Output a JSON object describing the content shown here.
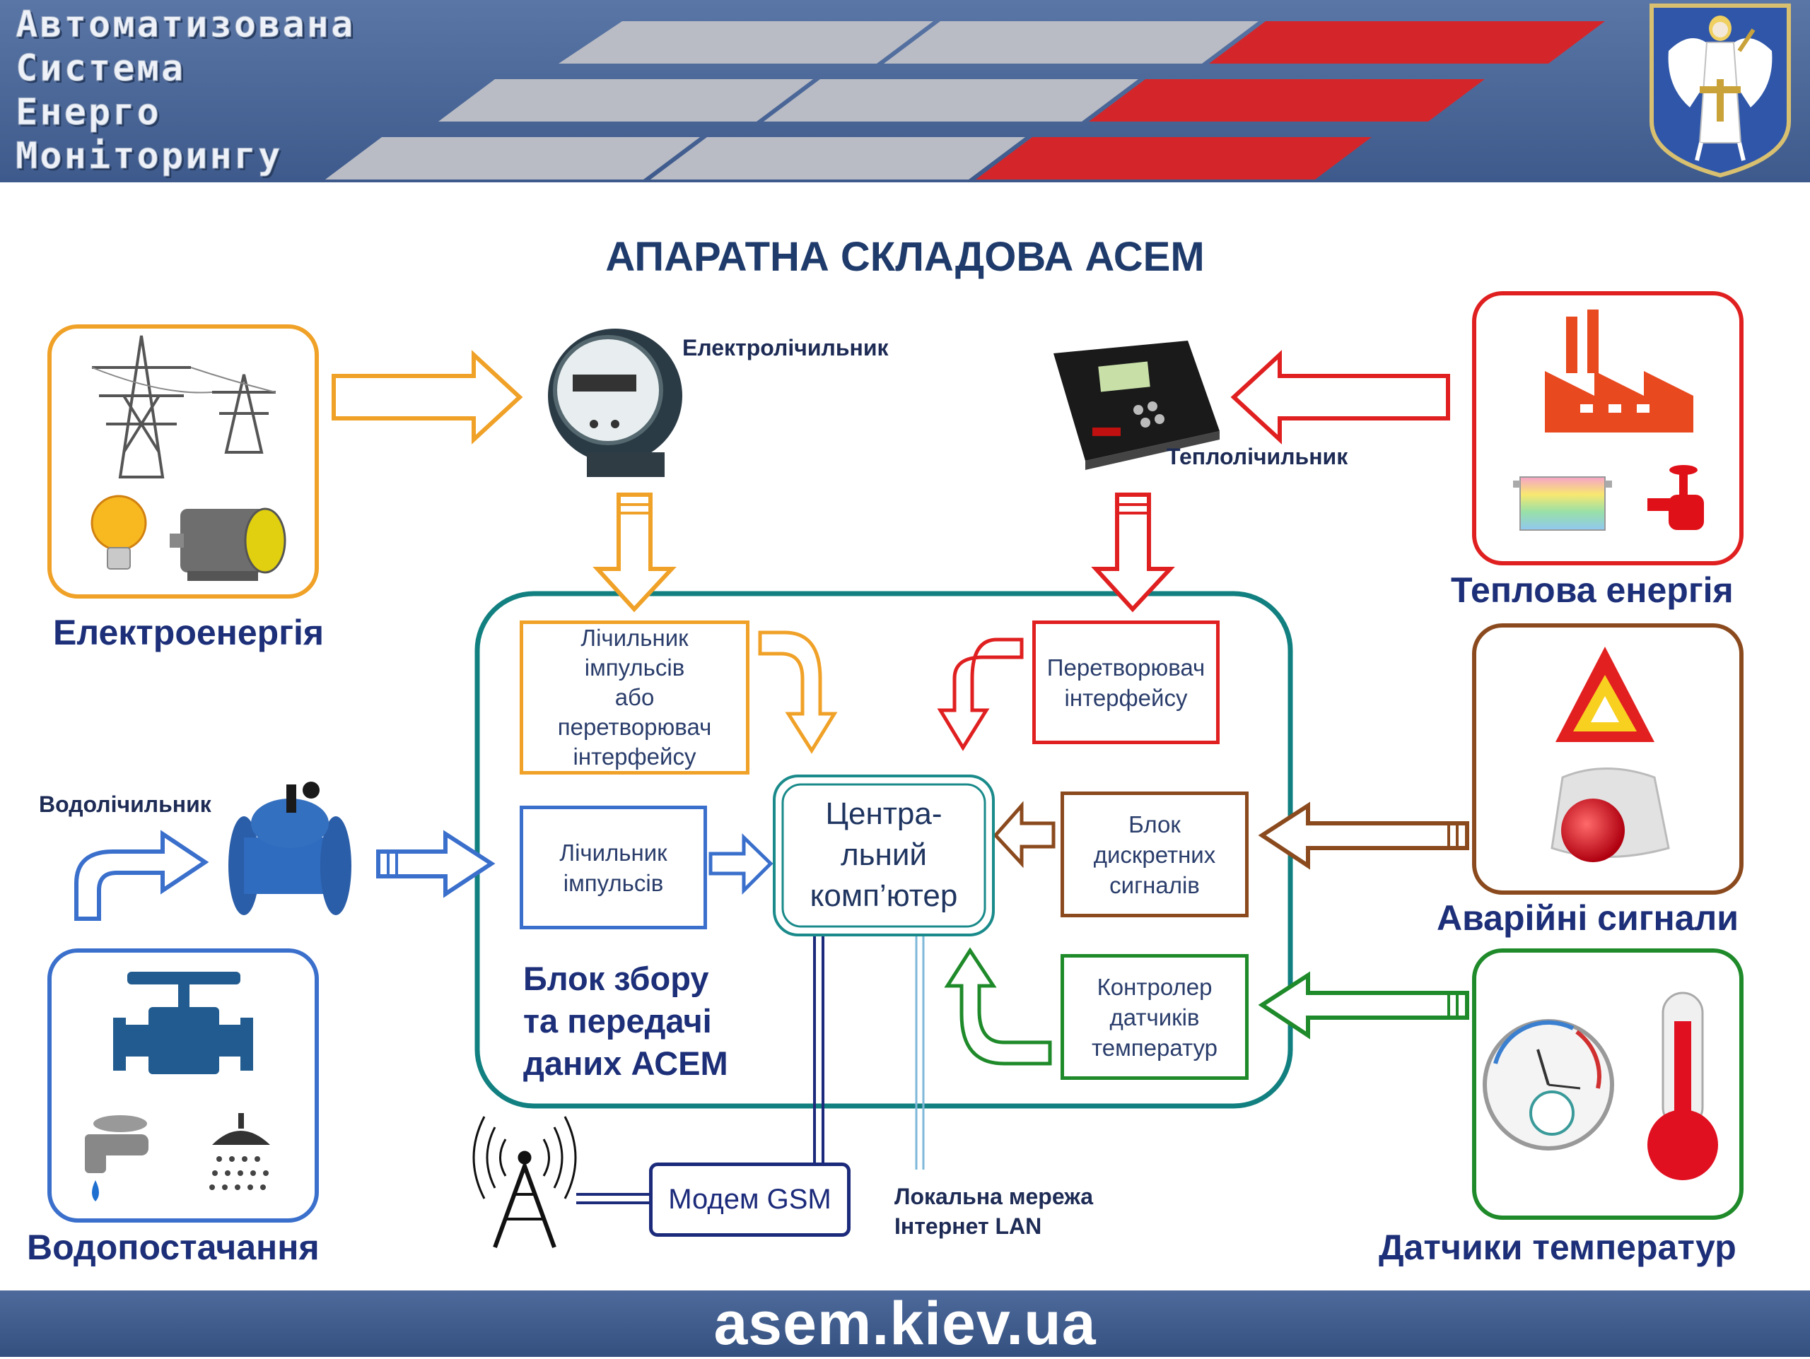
{
  "header": {
    "title_lines": [
      "Автоматизована",
      "Система",
      "Енерго",
      "Моніторингу"
    ]
  },
  "title": "АПАРАТНА СКЛАДОВА АСЕМ",
  "sources": {
    "electricity": "Електроенергія",
    "water": "Водопостачання",
    "heat": "Теплова енергія",
    "alarms": "Аварійні сигнали",
    "temperature": "Датчики температур"
  },
  "devices": {
    "electric_meter": "Електролічильник",
    "heat_meter": "Теплолічильник",
    "water_meter": "Водолічильник"
  },
  "blocks": {
    "pulse_counter_or_converter": [
      "Лічильник",
      "імпульсів",
      "або",
      "перетворювач",
      "інтерфейсу"
    ],
    "pulse_counter": [
      "Лічильник",
      "імпульсів"
    ],
    "central_computer": [
      "Центра-",
      "льний",
      "комп’ютер"
    ],
    "interface_converter": [
      "Перетворювач",
      "інтерфейсу"
    ],
    "discrete_signals": [
      "Блок",
      "дискретних",
      "сигналів"
    ],
    "temperature_controller": [
      "Контролер",
      "датчиків",
      "температур"
    ],
    "collection_unit": [
      "Блок збору",
      "та передачі",
      "даних АСЕМ"
    ],
    "modem": "Модем GSM",
    "network": [
      "Локальна мережа",
      "Інтернет LAN"
    ]
  },
  "footer": {
    "url": "asem.kiev.ua"
  },
  "colors": {
    "electricity": "#f0a127",
    "heat": "#e02020",
    "water": "#3a6fcc",
    "alarms": "#8b4a1e",
    "temperature": "#1f8a2a",
    "collection_unit": "#128080",
    "network": "#1b2a7a"
  }
}
